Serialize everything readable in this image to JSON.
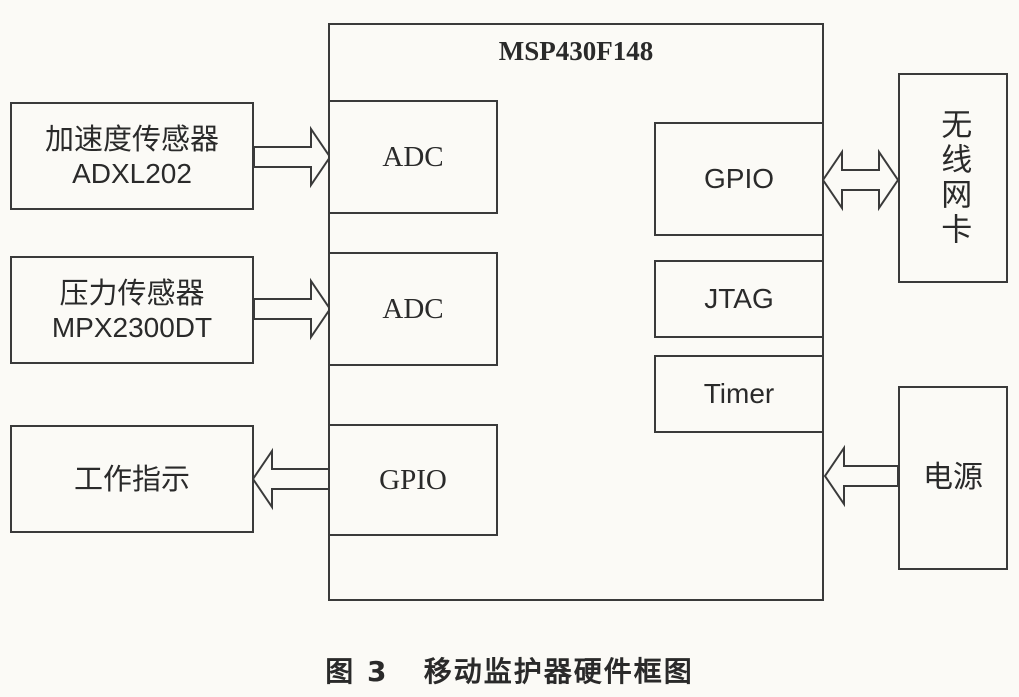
{
  "mcu": {
    "title": "MSP430F148"
  },
  "mcu_blocks": {
    "adc_1": "ADC",
    "adc_2": "ADC",
    "gpio_left": "GPIO",
    "gpio_right": "GPIO",
    "jtag": "JTAG",
    "timer": "Timer"
  },
  "peripherals": {
    "accelerometer": {
      "name": "加速度传感器",
      "model": "ADXL202"
    },
    "pressure": {
      "name": "压力传感器",
      "model": "MPX2300DT"
    },
    "status_indicator": "工作指示",
    "wireless_card": "无线网卡",
    "power_supply": "电源"
  },
  "caption": "图 3   移动监护器硬件框图"
}
